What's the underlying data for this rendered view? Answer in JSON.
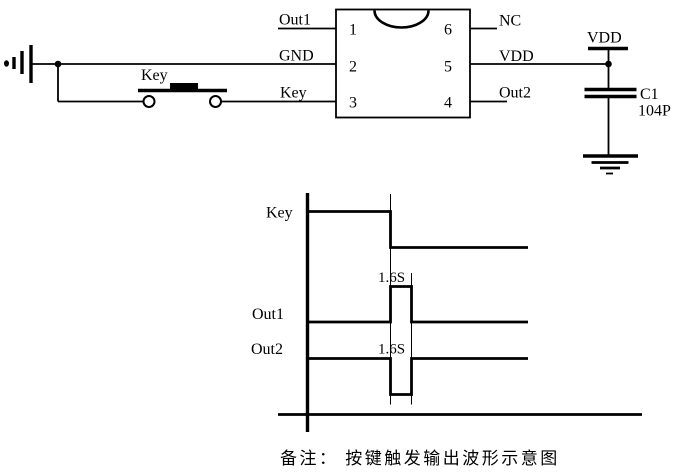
{
  "colors": {
    "ink": "#000000",
    "background": "#ffffff"
  },
  "schematic": {
    "button_label": "Key",
    "ic": {
      "pins": [
        {
          "number": "1",
          "side": "left",
          "net": "Out1"
        },
        {
          "number": "2",
          "side": "left",
          "net": "GND"
        },
        {
          "number": "3",
          "side": "left",
          "net": "Key"
        },
        {
          "number": "4",
          "side": "right",
          "net": "Out2"
        },
        {
          "number": "5",
          "side": "right",
          "net": "VDD"
        },
        {
          "number": "6",
          "side": "right",
          "net": "NC"
        }
      ]
    },
    "power_rail_label": "VDD",
    "capacitor": {
      "ref": "C1",
      "value": "104P"
    }
  },
  "timing": {
    "signals": [
      {
        "name": "Key",
        "shape": "high, falls low at key press",
        "pulse_label": ""
      },
      {
        "name": "Out1",
        "shape": "low, positive pulse after key press",
        "pulse_label": "1.6S"
      },
      {
        "name": "Out2",
        "shape": "high, negative pulse after key press",
        "pulse_label": "1.6S"
      }
    ]
  },
  "note": "备注：  按键触发输出波形示意图"
}
